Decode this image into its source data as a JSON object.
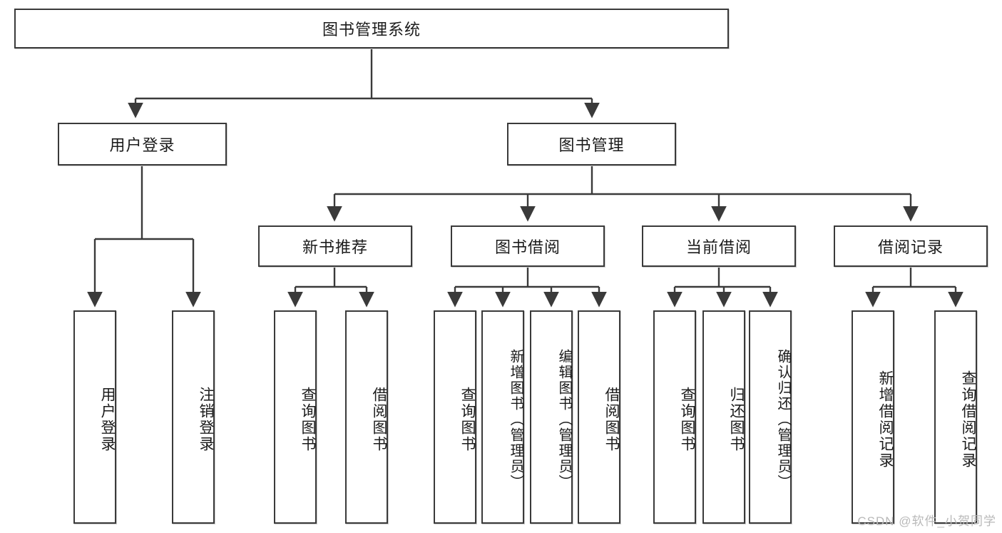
{
  "diagram": {
    "type": "tree",
    "title": "图书管理系统",
    "orientation": "top-down",
    "colors": {
      "box_border": "#3a3a3a",
      "box_fill": "#ffffff",
      "connector": "#3a3a3a",
      "text": "#1b1b1b",
      "watermark": "#b9b9b9"
    },
    "root": {
      "label": "图书管理系统",
      "text_direction": "horizontal"
    },
    "level2": [
      {
        "id": "user-login",
        "label": "用户登录",
        "text_direction": "horizontal"
      },
      {
        "id": "book-manage",
        "label": "图书管理",
        "text_direction": "horizontal"
      }
    ],
    "level3": [
      {
        "id": "new-book-recommend",
        "label": "新书推荐",
        "text_direction": "horizontal",
        "parent": "book-manage"
      },
      {
        "id": "book-borrow",
        "label": "图书借阅",
        "text_direction": "horizontal",
        "parent": "book-manage"
      },
      {
        "id": "current-borrow",
        "label": "当前借阅",
        "text_direction": "horizontal",
        "parent": "book-manage"
      },
      {
        "id": "borrow-record",
        "label": "借阅记录",
        "text_direction": "horizontal",
        "parent": "book-manage"
      }
    ],
    "leaves": [
      {
        "id": "leaf-user-login",
        "label": "用户登录",
        "parent": "user-login",
        "text_direction": "vertical"
      },
      {
        "id": "leaf-user-logout",
        "label": "注销登录",
        "parent": "user-login",
        "text_direction": "vertical"
      },
      {
        "id": "leaf-query-book-1",
        "label": "查询图书",
        "parent": "new-book-recommend",
        "text_direction": "vertical"
      },
      {
        "id": "leaf-borrow-book-1",
        "label": "借阅图书",
        "parent": "new-book-recommend",
        "text_direction": "vertical"
      },
      {
        "id": "leaf-query-book-2",
        "label": "查询图书",
        "parent": "book-borrow",
        "text_direction": "vertical"
      },
      {
        "id": "leaf-add-book",
        "label": "新增图书（管理员）",
        "parent": "book-borrow",
        "text_direction": "vertical"
      },
      {
        "id": "leaf-edit-book",
        "label": "编辑图书（管理员）",
        "parent": "book-borrow",
        "text_direction": "vertical"
      },
      {
        "id": "leaf-borrow-book-2",
        "label": "借阅图书",
        "parent": "book-borrow",
        "text_direction": "vertical"
      },
      {
        "id": "leaf-query-book-3",
        "label": "查询图书",
        "parent": "current-borrow",
        "text_direction": "vertical"
      },
      {
        "id": "leaf-return-book",
        "label": "归还图书",
        "parent": "current-borrow",
        "text_direction": "vertical"
      },
      {
        "id": "leaf-confirm-return",
        "label": "确认归还（管理员）",
        "parent": "current-borrow",
        "text_direction": "vertical"
      },
      {
        "id": "leaf-add-borrow-record",
        "label": "新增借阅记录",
        "parent": "borrow-record",
        "text_direction": "vertical"
      },
      {
        "id": "leaf-query-borrow-record",
        "label": "查询借阅记录",
        "parent": "borrow-record",
        "text_direction": "vertical"
      }
    ]
  },
  "watermark": {
    "text": "CSDN @软件_小贺同学"
  }
}
